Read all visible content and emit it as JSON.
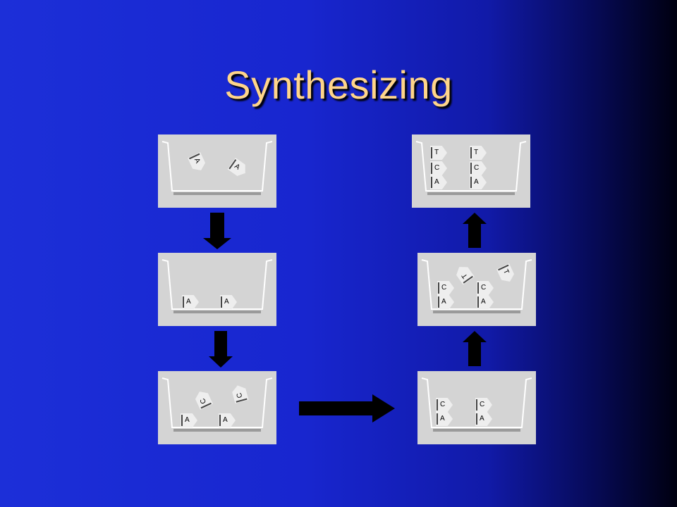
{
  "slide": {
    "title": "Synthesizing"
  },
  "panels": {
    "p1": {
      "free": [
        "A",
        "A"
      ]
    },
    "p2": {
      "base": [
        "A",
        "A"
      ]
    },
    "p3": {
      "free": [
        "C",
        "C"
      ],
      "base": [
        "A",
        "A"
      ]
    },
    "p4": {
      "col1": [
        "C",
        "A"
      ],
      "col2": [
        "C",
        "A"
      ]
    },
    "p5": {
      "free": [
        "T",
        "T"
      ],
      "col1": [
        "C",
        "A"
      ],
      "col2": [
        "C",
        "A"
      ]
    },
    "p6": {
      "col1": [
        "T",
        "C",
        "A"
      ],
      "col2": [
        "T",
        "C",
        "A"
      ]
    }
  },
  "colors": {
    "title": "#ffd58a",
    "panel": "#d4d4d4",
    "arrow": "#000000"
  }
}
